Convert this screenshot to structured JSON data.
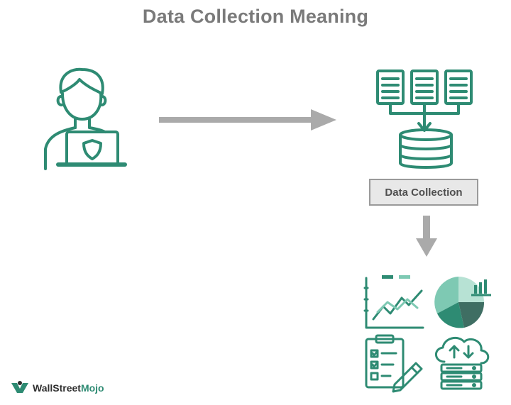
{
  "title": "Data Collection Meaning",
  "collection_label": "Data Collection",
  "brand": {
    "part1": "WallStreet",
    "part2": "Mojo"
  },
  "colors": {
    "teal": "#2e8b73",
    "teal_light": "#7ec9b3",
    "arrow_gray": "#aaaaaa",
    "title_gray": "#7a7a7a"
  },
  "icons": {
    "user": "person-with-laptop-icon",
    "sources": "three-documents-merge-icon",
    "database": "database-icon",
    "line_chart": "line-chart-icon",
    "pie_chart": "pie-chart-icon",
    "survey": "survey-clipboard-icon",
    "cloud": "cloud-server-icon"
  }
}
